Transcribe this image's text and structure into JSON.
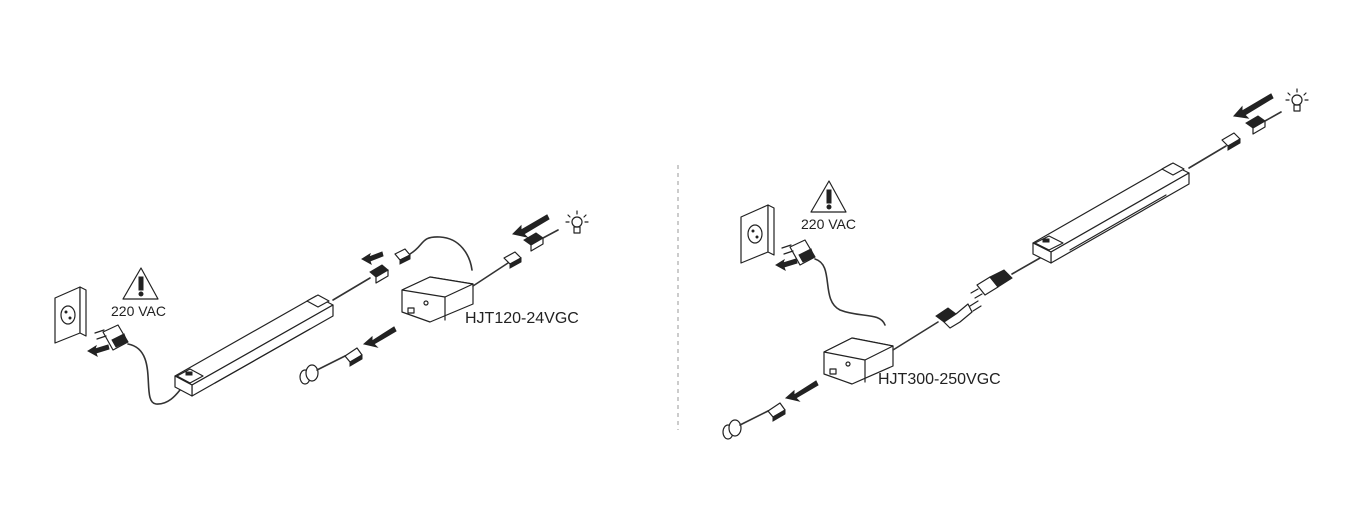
{
  "left": {
    "model": "HJT120-24VGC",
    "warning": "220 VAC"
  },
  "right": {
    "model": "HJT300-250VGC",
    "warning": "220 VAC"
  },
  "colors": {
    "line": "#222222",
    "divider": "#9a9a9a"
  },
  "icons": [
    "wall-socket-icon",
    "power-plug-icon",
    "warning-triangle-icon",
    "light-bulb-icon",
    "arrow-icon",
    "sensor-switch-icon"
  ]
}
